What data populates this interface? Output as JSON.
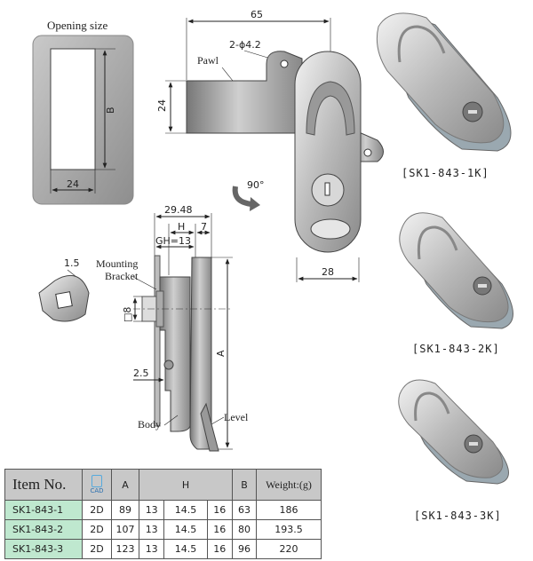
{
  "opening": {
    "title": "Opening size",
    "dim_b": "B",
    "dim_w": "24"
  },
  "top_view": {
    "dim_65": "65",
    "hole": "2-ϕ4.2",
    "pawl": "Pawl",
    "dim_24": "24",
    "rotation": "90°",
    "dim_28": "28"
  },
  "side_view": {
    "dim_2948": "29.48",
    "dim_h": "H",
    "dim_7": "7",
    "dim_gh": "GH=13",
    "dim_15": "1.5",
    "bracket_line1": "Mounting",
    "bracket_line2": "Bracket",
    "dim_sq8": "□8",
    "dim_25": "2.5",
    "dim_a": "A",
    "body": "Body",
    "level": "Level"
  },
  "products": [
    {
      "caption": "[SK1-843-1K]"
    },
    {
      "caption": "[SK1-843-2K]"
    },
    {
      "caption": "[SK1-843-3K]"
    }
  ],
  "table": {
    "headers": {
      "item": "Item No.",
      "cad": "CAD",
      "a": "A",
      "h": "H",
      "b": "B",
      "weight": "Weight:(g)"
    },
    "rows": [
      {
        "item": "SK1-843-1",
        "cad": "2D",
        "a": "89",
        "h1": "13",
        "h2": "14.5",
        "h3": "16",
        "b": "63",
        "weight": "186"
      },
      {
        "item": "SK1-843-2",
        "cad": "2D",
        "a": "107",
        "h1": "13",
        "h2": "14.5",
        "h3": "16",
        "b": "80",
        "weight": "193.5"
      },
      {
        "item": "SK1-843-3",
        "cad": "2D",
        "a": "123",
        "h1": "13",
        "h2": "14.5",
        "h3": "16",
        "b": "96",
        "weight": "220"
      }
    ]
  }
}
